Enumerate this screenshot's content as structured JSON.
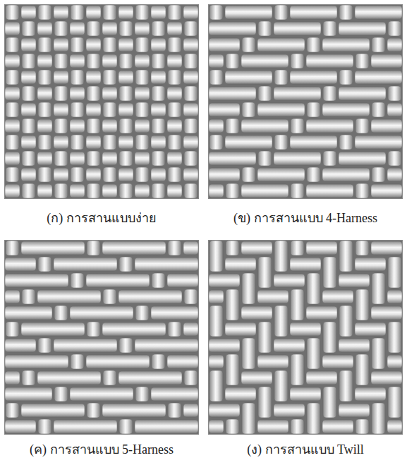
{
  "diagram": {
    "labels": [
      "(ก) การสานแบบง่าย",
      "(ข) การสานแบบ 4-Harness",
      "(ค) การสานแบบ 5-Harness",
      "(ง) การสานแบบ Twill"
    ]
  }
}
